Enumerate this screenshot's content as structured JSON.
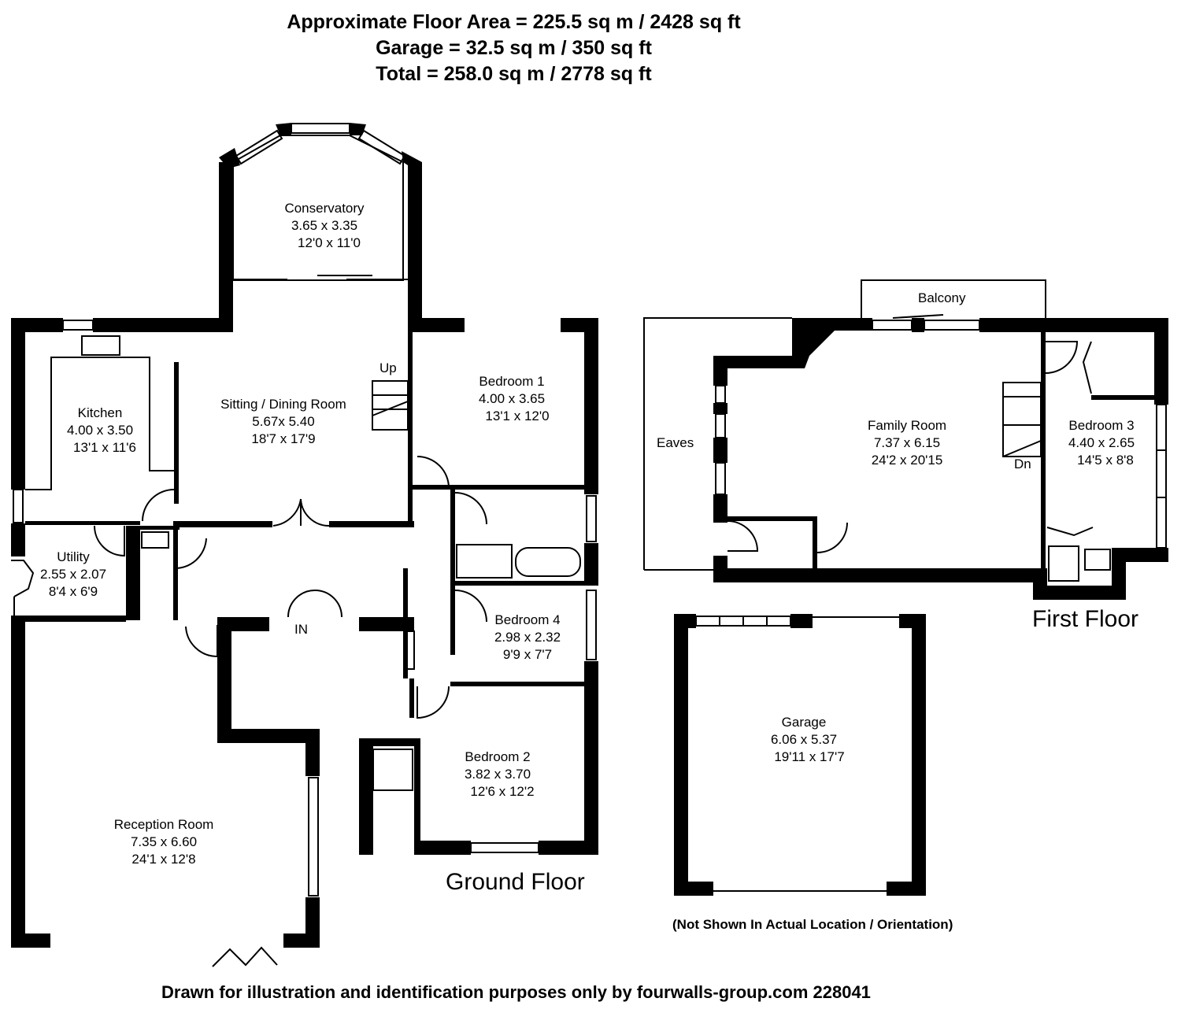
{
  "header": {
    "floor_area": "Approximate Floor Area = 225.5 sq m / 2428 sq ft",
    "garage_area": "Garage = 32.5 sq m / 350 sq ft",
    "total_area": "Total = 258.0 sq m / 2778 sq ft"
  },
  "ground_floor": {
    "title": "Ground Floor",
    "conservatory": {
      "name": "Conservatory",
      "metric": "3.65 x 3.35",
      "imperial": "12'0 x 11'0"
    },
    "sitting": {
      "name": "Sitting / Dining Room",
      "metric": "5.67x 5.40",
      "imperial": "18'7 x 17'9"
    },
    "kitchen": {
      "name": "Kitchen",
      "metric": "4.00 x 3.50",
      "imperial": "13'1 x 11'6"
    },
    "utility": {
      "name": "Utility",
      "metric": "2.55 x 2.07",
      "imperial": "8'4 x 6'9"
    },
    "bedroom1": {
      "name": "Bedroom 1",
      "metric": "4.00 x 3.65",
      "imperial": "13'1 x 12'0"
    },
    "bedroom4": {
      "name": "Bedroom 4",
      "metric": "2.98 x 2.32",
      "imperial": "9'9 x 7'7"
    },
    "bedroom2": {
      "name": "Bedroom 2",
      "metric": "3.82 x 3.70",
      "imperial": "12'6 x 12'2"
    },
    "reception": {
      "name": "Reception Room",
      "metric": "7.35 x 6.60",
      "imperial": "24'1 x 12'8"
    },
    "stair_up": "Up",
    "entrance": "IN"
  },
  "first_floor": {
    "title": "First Floor",
    "balcony": "Balcony",
    "eaves": "Eaves",
    "family": {
      "name": "Family Room",
      "metric": "7.37 x 6.15",
      "imperial": "24'2 x 20'15"
    },
    "bedroom3": {
      "name": "Bedroom 3",
      "metric": "4.40 x 2.65",
      "imperial": "14'5 x 8'8"
    },
    "stair_down": "Dn"
  },
  "garage": {
    "name": "Garage",
    "metric": "6.06 x 5.37",
    "imperial": "19'11 x 17'7"
  },
  "note": "(Not Shown In Actual Location / Orientation)",
  "footer": "Drawn for illustration and identification purposes only by fourwalls-group.com 228041",
  "colors": {
    "wall": "#000000",
    "background": "#ffffff"
  }
}
